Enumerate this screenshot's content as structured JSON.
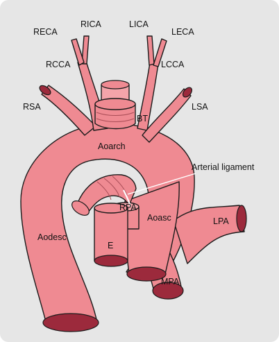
{
  "colors": {
    "background_panel": "#e6e6e6",
    "vessel": "#ef8a92",
    "vessel_light": "#f4a4aa",
    "lumen": "#9c2a3c",
    "outline": "#1a1a1a",
    "ligament": "#ffffff"
  },
  "labels": {
    "reca": "RECA",
    "rica": "RICA",
    "lica": "LICA",
    "leca": "LECA",
    "rcca": "RCCA",
    "lcca": "LCCA",
    "rsa": "RSA",
    "lsa": "LSA",
    "bt": "BT",
    "aoarch": "Aoarch",
    "arterial_ligament": "Arterial ligament",
    "rpa": "RPA",
    "aoasc": "Aoasc",
    "lpa": "LPA",
    "aodesc": "Aodesc",
    "e": "E",
    "mpa": "MPA"
  }
}
